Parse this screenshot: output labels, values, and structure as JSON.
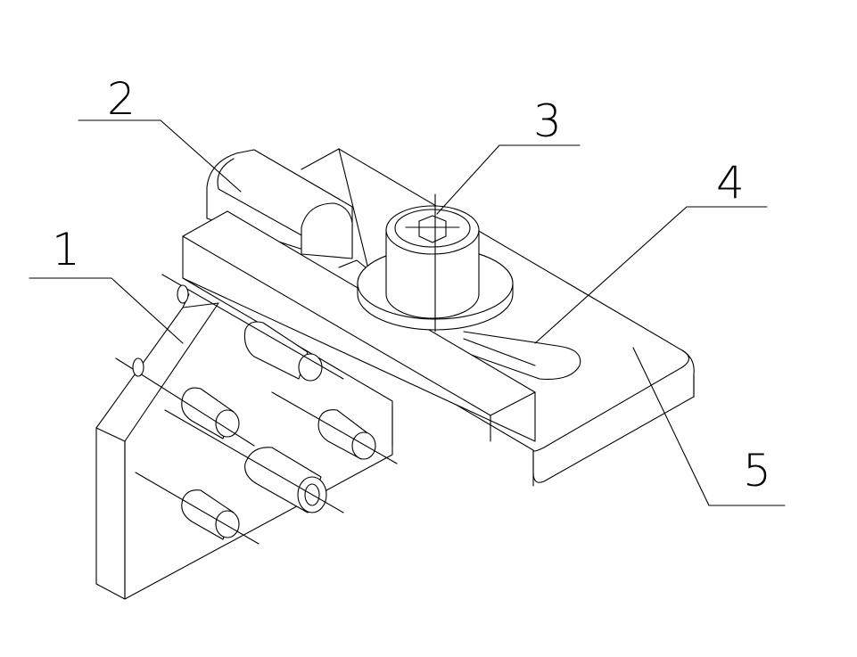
{
  "figure": {
    "callouts": [
      {
        "label": "1",
        "part": "angle-bracket"
      },
      {
        "label": "2",
        "part": "clamp-block"
      },
      {
        "label": "3",
        "part": "socket-head-bolt"
      },
      {
        "label": "4",
        "part": "slot"
      },
      {
        "label": "5",
        "part": "base-plate"
      }
    ],
    "stroke_color": "#000000",
    "background_color": "#ffffff"
  }
}
